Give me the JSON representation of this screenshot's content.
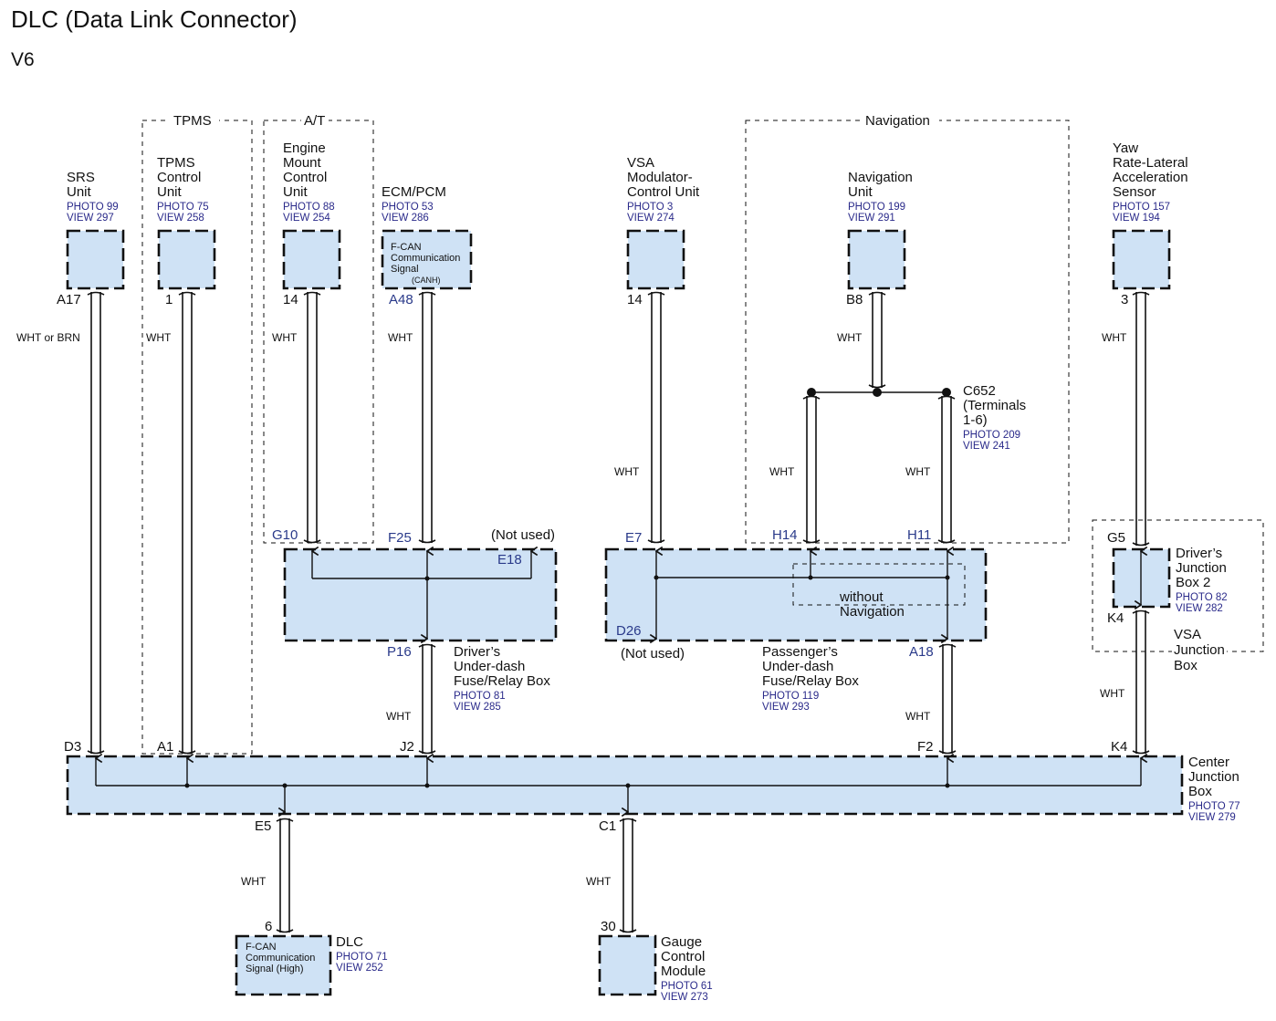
{
  "header": {
    "title": "DLC (Data Link Connector)",
    "subtitle": "V6"
  },
  "groups": {
    "tpms": "TPMS",
    "at": "A/T",
    "navigation": "Navigation",
    "without_navigation": [
      "without",
      "Navigation"
    ],
    "vsa_junction_box": [
      "VSA",
      "Junction",
      "Box"
    ]
  },
  "components": {
    "srs": {
      "name": [
        "SRS",
        "Unit"
      ],
      "photo": "PHOTO 99",
      "view": "VIEW 297",
      "pin": "A17",
      "wire": "WHT or BRN"
    },
    "tpms": {
      "name": [
        "TPMS",
        "Control",
        "Unit"
      ],
      "photo": "PHOTO 75",
      "view": "VIEW 258",
      "pin": "1",
      "wire": "WHT"
    },
    "engine_mount": {
      "name": [
        "Engine",
        "Mount",
        "Control",
        "Unit"
      ],
      "photo": "PHOTO 88",
      "view": "VIEW 254",
      "pin": "14",
      "wire": "WHT"
    },
    "ecm": {
      "name": [
        "ECM/PCM"
      ],
      "photo": "PHOTO 53",
      "view": "VIEW 286",
      "pin": "A48",
      "wire": "WHT",
      "inner": [
        "F-CAN",
        "Communication",
        "Signal",
        "(CANH)"
      ]
    },
    "vsa": {
      "name": [
        "VSA",
        "Modulator-",
        "Control Unit"
      ],
      "photo": "PHOTO 3",
      "view": "VIEW 274",
      "pin": "14",
      "wire": "WHT"
    },
    "nav_unit": {
      "name": [
        "Navigation",
        "Unit"
      ],
      "photo": "PHOTO 199",
      "view": "VIEW 291",
      "pin": "B8",
      "wire": "WHT"
    },
    "yaw": {
      "name": [
        "Yaw",
        "Rate-Lateral",
        "Acceleration",
        "Sensor"
      ],
      "photo": "PHOTO 157",
      "view": "VIEW 194",
      "pin": "3",
      "wire": "WHT"
    },
    "c652": {
      "name": [
        "C652",
        "(Terminals",
        "1-6)"
      ],
      "photo": "PHOTO 209",
      "view": "VIEW 241",
      "wire_left": "WHT",
      "wire_right": "WHT"
    },
    "drivers_fuse_box": {
      "name": [
        "Driver’s",
        "Under-dash",
        "Fuse/Relay Box"
      ],
      "photo": "PHOTO 81",
      "view": "VIEW 285",
      "pins": {
        "g10": "G10",
        "f25": "F25",
        "e18": "E18",
        "p16": "P16"
      },
      "not_used": "(Not used)",
      "wire_out": "WHT"
    },
    "pass_fuse_box": {
      "name": [
        "Passenger’s",
        "Under-dash",
        "Fuse/Relay Box"
      ],
      "photo": "PHOTO 119",
      "view": "VIEW 293",
      "pins": {
        "e7": "E7",
        "h14": "H14",
        "h11": "H11",
        "d26": "D26",
        "a18": "A18"
      },
      "not_used": "(Not used)",
      "wire_out": "WHT"
    },
    "drivers_jb2": {
      "name": [
        "Driver’s",
        "Junction",
        "Box 2"
      ],
      "photo": "PHOTO 82",
      "view": "VIEW 282",
      "pins": {
        "g5": "G5",
        "k4": "K4"
      },
      "wire_out": "WHT"
    },
    "center_jb": {
      "name": [
        "Center",
        "Junction",
        "Box"
      ],
      "photo": "PHOTO 77",
      "view": "VIEW 279",
      "pins": {
        "d3": "D3",
        "a1": "A1",
        "j2": "J2",
        "f2": "F2",
        "k4": "K4",
        "e5": "E5",
        "c1": "C1"
      }
    },
    "dlc": {
      "name": [
        "DLC"
      ],
      "photo": "PHOTO 71",
      "view": "VIEW 252",
      "pin": "6",
      "wire": "WHT",
      "inner": [
        "F-CAN",
        "Communication",
        "Signal (High)"
      ]
    },
    "gauge": {
      "name": [
        "Gauge",
        "Control",
        "Module"
      ],
      "photo": "PHOTO 61",
      "view": "VIEW 273",
      "pin": "30",
      "wire": "WHT"
    }
  },
  "colors": {
    "box_fill": "#cfe2f5",
    "ref_text": "#2a2a8a",
    "line": "#111111"
  }
}
